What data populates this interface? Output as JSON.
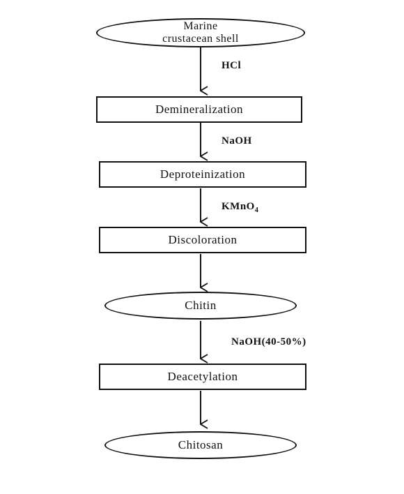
{
  "diagram": {
    "nodes": [
      {
        "id": "marine-shell",
        "shape": "ellipse",
        "lines": [
          "Marine",
          "crustacean shell"
        ]
      },
      {
        "id": "demineralization",
        "shape": "rect",
        "label": "Demineralization"
      },
      {
        "id": "deproteinization",
        "shape": "rect",
        "label": "Deproteinization"
      },
      {
        "id": "discoloration",
        "shape": "rect",
        "label": "Discoloration"
      },
      {
        "id": "chitin",
        "shape": "ellipse",
        "label": "Chitin"
      },
      {
        "id": "deacetylation",
        "shape": "rect",
        "label": "Deacetylation"
      },
      {
        "id": "chitosan",
        "shape": "ellipse",
        "label": "Chitosan"
      }
    ],
    "reagents": {
      "hcl": "HCl",
      "naoh": "NaOH",
      "kmno4_main": "KMnO",
      "kmno4_sub": "4",
      "naoh_conc": "NaOH(40-50%)"
    },
    "colors": {
      "stroke": "#111111",
      "background": "#ffffff"
    }
  }
}
